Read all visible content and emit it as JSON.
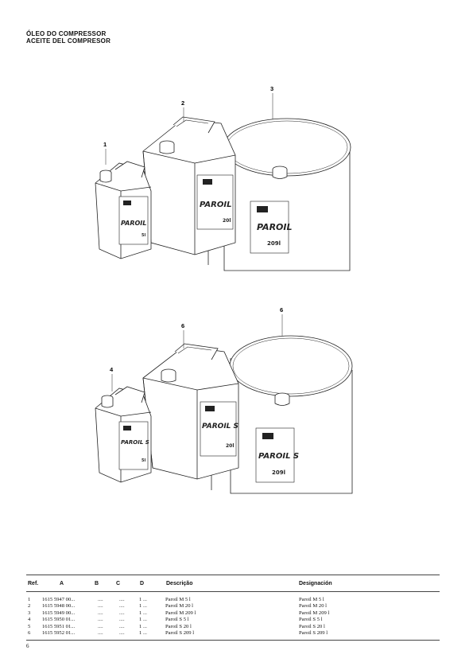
{
  "title": {
    "line1": "ÓLEO DO COMPRESSOR",
    "line2": "ACEITE DEL COMPRESOR"
  },
  "figures": {
    "top": {
      "callouts": [
        "1",
        "2",
        "3"
      ],
      "small_can": {
        "brand": "PAROIL",
        "volume": "5l"
      },
      "medium_can": {
        "brand": "PAROIL",
        "volume": "20l"
      },
      "drum": {
        "brand": "PAROIL",
        "volume": "209l"
      }
    },
    "bottom": {
      "callouts": [
        "4",
        "6",
        "6"
      ],
      "small_can": {
        "brand": "PAROIL S",
        "volume": "5l"
      },
      "medium_can": {
        "brand": "PAROIL S",
        "volume": "20l"
      },
      "drum": {
        "brand": "PAROIL S",
        "volume": "209l"
      }
    }
  },
  "table": {
    "headers": {
      "ref": "Ref.",
      "a": "A",
      "b": "B",
      "c": "C",
      "d": "D",
      "desc": "Descrição",
      "desig": "Designación"
    },
    "rows": [
      {
        "ref": "1",
        "a": "1615 5947 00...",
        "b": "....",
        "c": "....",
        "d": "1 ...",
        "desc": "Paroil M 5 l",
        "desig": "Paroil M 5 l"
      },
      {
        "ref": "2",
        "a": "1615 5948 00...",
        "b": "....",
        "c": "....",
        "d": "1 ...",
        "desc": "Paroil M 20 l",
        "desig": "Paroil M 20 l"
      },
      {
        "ref": "3",
        "a": "1615 5949 00...",
        "b": "....",
        "c": "....",
        "d": "1 ...",
        "desc": "Paroil M 209 l",
        "desig": "Paroil M 209 l"
      },
      {
        "ref": "4",
        "a": "1615 5950 01...",
        "b": "....",
        "c": "....",
        "d": "1 ...",
        "desc": "Paroil S 5 l",
        "desig": "Paroil S 5 l"
      },
      {
        "ref": "5",
        "a": "1615 5951 01...",
        "b": "....",
        "c": "....",
        "d": "1 ...",
        "desc": "Paroil S 20 l",
        "desig": "Paroil S 20 l"
      },
      {
        "ref": "6",
        "a": "1615 5952 01...",
        "b": "....",
        "c": "....",
        "d": "1 ...",
        "desc": "Paroil S 209 l",
        "desig": "Paroil S 209 l"
      }
    ]
  },
  "page_number": "6"
}
